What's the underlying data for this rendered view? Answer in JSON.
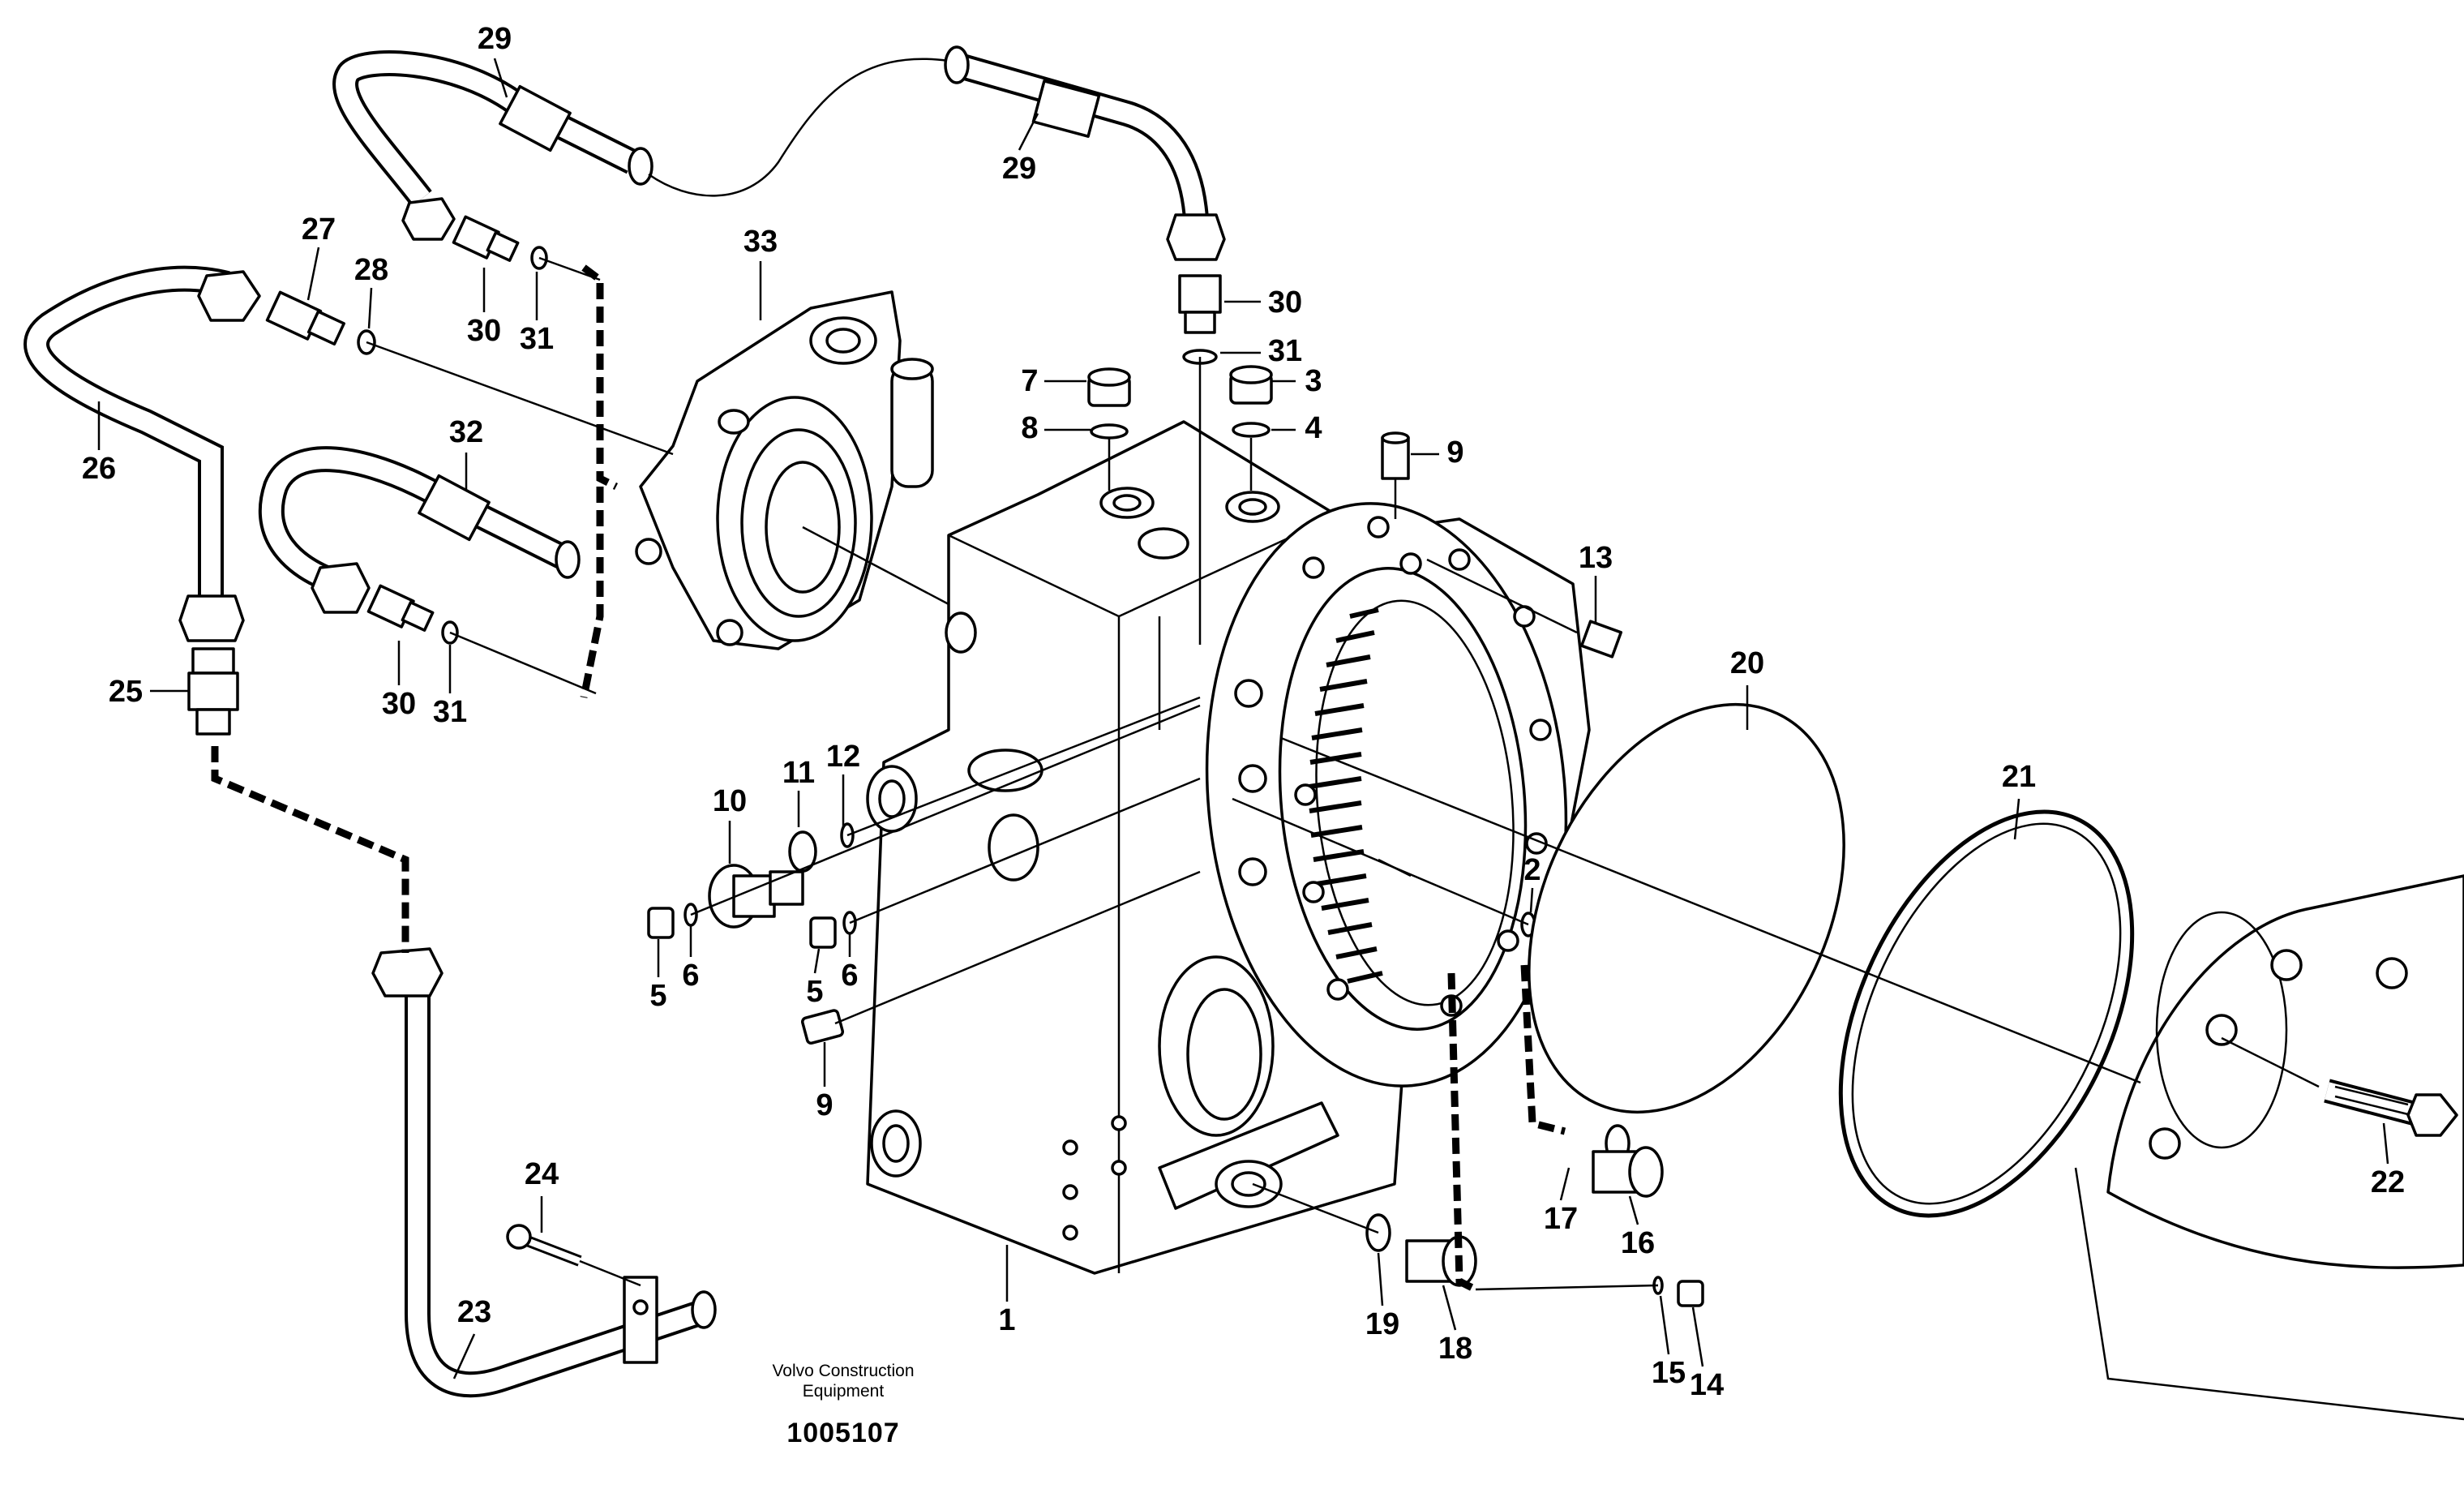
{
  "caption": {
    "line1": "Volvo Construction",
    "line2": "Equipment",
    "code": "1005107"
  },
  "callouts": {
    "c1": "1",
    "c2": "2",
    "c3": "3",
    "c4": "4",
    "c5a": "5",
    "c5b": "5",
    "c6a": "6",
    "c6b": "6",
    "c7": "7",
    "c8": "8",
    "c9a": "9",
    "c9b": "9",
    "c10": "10",
    "c11": "11",
    "c12": "12",
    "c13": "13",
    "c14": "14",
    "c15": "15",
    "c16": "16",
    "c17": "17",
    "c18": "18",
    "c19": "19",
    "c20": "20",
    "c21": "21",
    "c22": "22",
    "c23": "23",
    "c24": "24",
    "c25": "25",
    "c26": "26",
    "c27": "27",
    "c28": "28",
    "c29a": "29",
    "c29b": "29",
    "c30a": "30",
    "c30b": "30",
    "c30c": "30",
    "c31a": "31",
    "c31b": "31",
    "c31c": "31",
    "c32": "32",
    "c33": "33"
  }
}
